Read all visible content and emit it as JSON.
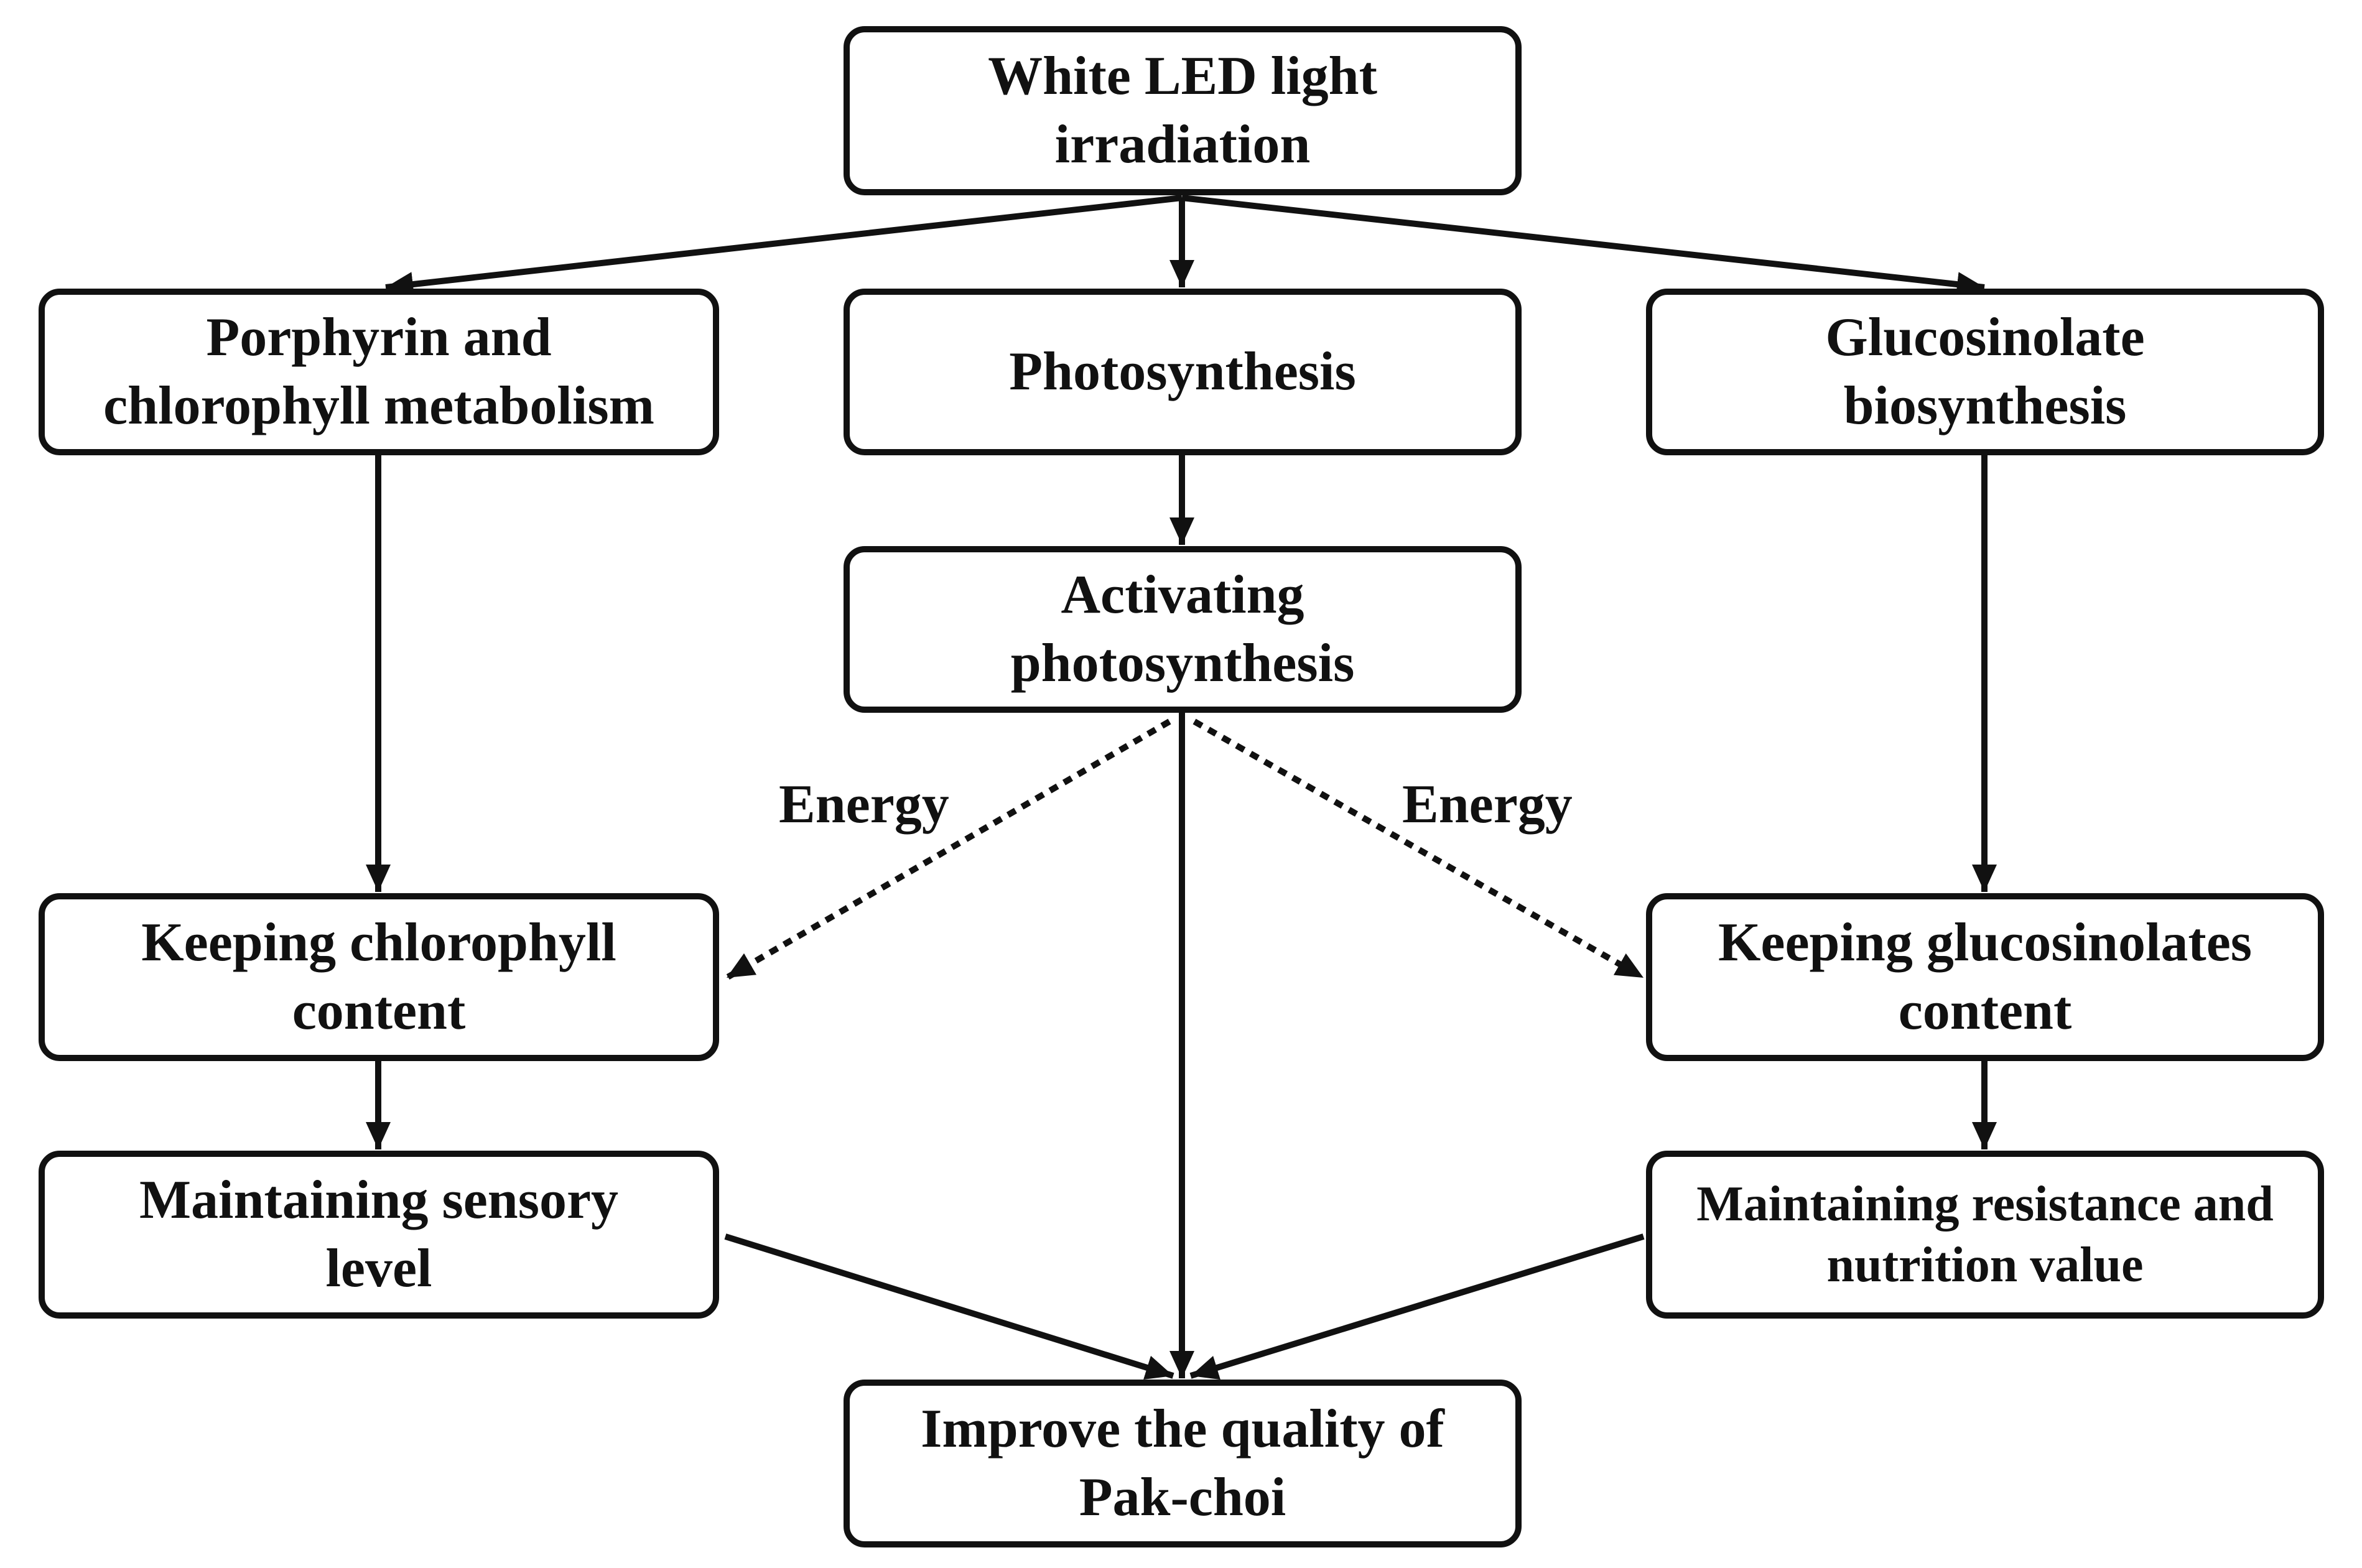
{
  "nodes": {
    "white_led": [
      "White LED light",
      "irradiation"
    ],
    "porphyrin": [
      "Porphyrin and",
      "chlorophyll metabolism"
    ],
    "photosynthesis": [
      "Photosynthesis"
    ],
    "glucosinolate_bio": [
      "Glucosinolate",
      "biosynthesis"
    ],
    "activating": [
      "Activating",
      "photosynthesis"
    ],
    "keep_chlorophyll": [
      "Keeping chlorophyll",
      "content"
    ],
    "keep_glucosinolates": [
      "Keeping glucosinolates",
      "content"
    ],
    "sensory": [
      "Maintaining sensory",
      "level"
    ],
    "resistance": [
      "Maintaining resistance and",
      "nutrition value"
    ],
    "improve": [
      "Improve the quality of",
      "Pak-choi"
    ]
  },
  "edge_labels": {
    "energy_left": "Energy",
    "energy_right": "Energy"
  },
  "colors": {
    "stroke": "#111111",
    "background": "#ffffff"
  }
}
